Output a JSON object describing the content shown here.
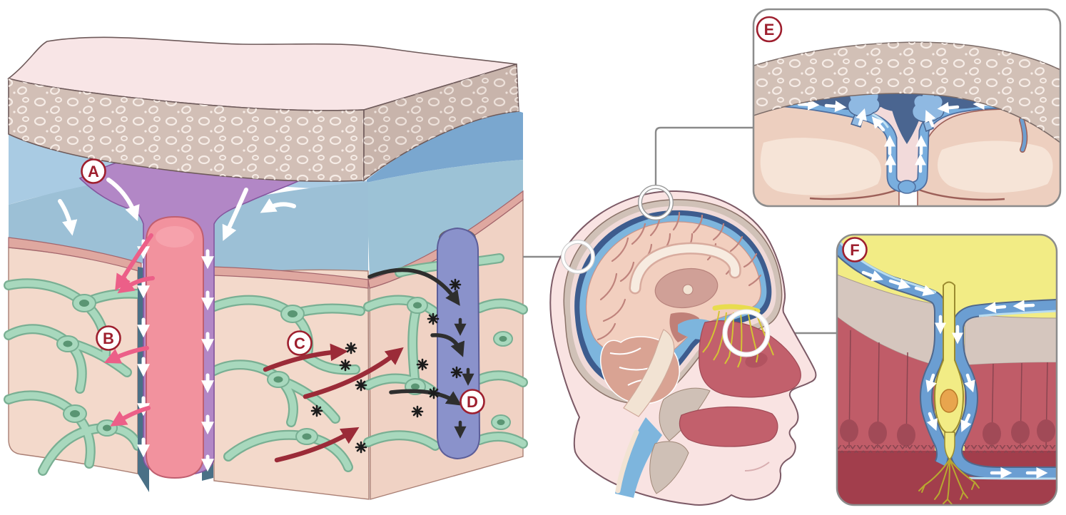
{
  "figure": {
    "labels": [
      {
        "letter": "A"
      },
      {
        "letter": "B"
      },
      {
        "letter": "C"
      },
      {
        "letter": "D"
      },
      {
        "letter": "E"
      },
      {
        "letter": "F"
      }
    ],
    "palette": {
      "skull_bone": "#d2bfb6",
      "skull_surface": "#f8e5e6",
      "trabecula": "#f6ece6",
      "csf_light": "#a9cbe3",
      "arachnoid_plane": "#9cc0d6",
      "csf_dark_face": "#7aa7cf",
      "bridging_vein_purple": "#b287c6",
      "artery_pink": "#f2929e",
      "vein_blue": "#8a92cb",
      "parenchyma": "#f3d9cb",
      "astrocyte_green": "#a8d8bd",
      "pia_salmon": "#dfa8a0",
      "head_skin": "#f9e3e2",
      "brain_tan": "#f2cfbf",
      "sinus_dark_blue": "#4a6590",
      "csf_channel_blue": "#79aede",
      "granulation_blue": "#8fb9e2",
      "dura_pink": "#f2dada",
      "olfactory_yellow": "#f2ec85",
      "cribriform_gray": "#d5c6be",
      "epithelium_red": "#c05c68",
      "nasal_dark_red": "#a23e4c",
      "neuron_nucleus_orange": "#e8a54e",
      "label_red": "#9e1f2e",
      "connector_gray": "#8a8a8a",
      "arrow_white": "#ffffff",
      "arrow_pink": "#ec5f88",
      "arrow_maroon": "#9b2b38",
      "arrow_black": "#2e2e2e"
    }
  }
}
